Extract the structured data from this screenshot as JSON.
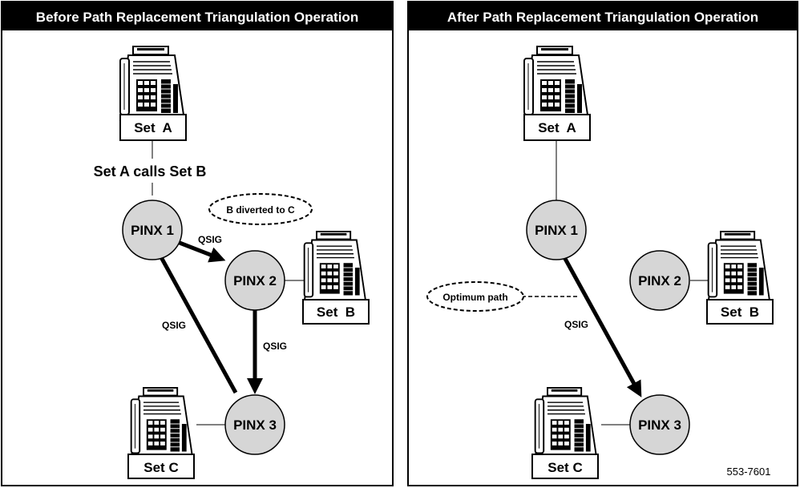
{
  "before": {
    "title": "Before Path Replacement Triangulation Operation",
    "nodes": {
      "pinx1": "PINX 1",
      "pinx2": "PINX 2",
      "pinx3": "PINX 3"
    },
    "sets": {
      "a": "Set  A",
      "b": "Set  B",
      "c": "Set C"
    },
    "call_label": "Set A calls Set B",
    "callout": "B diverted to C",
    "qsig_1_2": "QSIG",
    "qsig_1_3": "QSIG",
    "qsig_2_3": "QSIG"
  },
  "after": {
    "title": "After Path Replacement Triangulation Operation",
    "nodes": {
      "pinx1": "PINX 1",
      "pinx2": "PINX 2",
      "pinx3": "PINX 3"
    },
    "sets": {
      "a": "Set  A",
      "b": "Set  B",
      "c": "Set C"
    },
    "callout": "Optimum path",
    "qsig_1_3": "QSIG"
  },
  "figure_id": "553-7601"
}
